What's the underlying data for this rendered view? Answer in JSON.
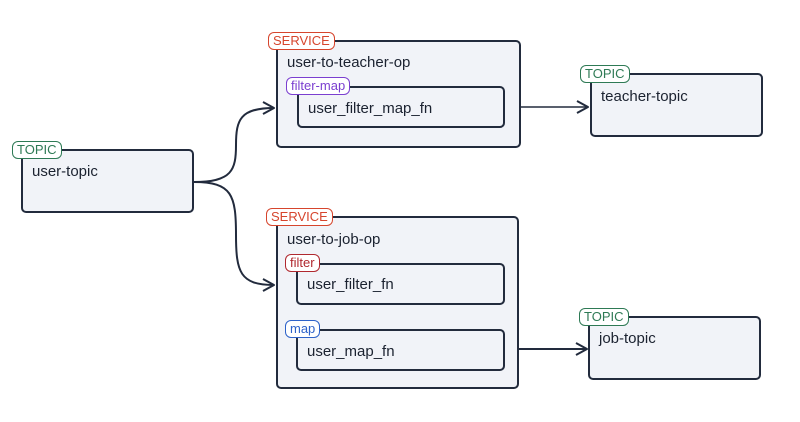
{
  "colors": {
    "topic": "#2e7a55",
    "service": "#d6452d",
    "filter_map": "#7b3fd0",
    "filter": "#b0282f",
    "map": "#2d62c9",
    "border": "#222b3d",
    "fill": "#f1f3f8"
  },
  "nodes": {
    "user_topic": {
      "badge": "TOPIC",
      "title": "user-topic"
    },
    "teacher_topic": {
      "badge": "TOPIC",
      "title": "teacher-topic"
    },
    "job_topic": {
      "badge": "TOPIC",
      "title": "job-topic"
    },
    "user_to_teacher_op": {
      "badge": "SERVICE",
      "title": "user-to-teacher-op",
      "steps": [
        {
          "kind": "filter-map",
          "fn": "user_filter_map_fn"
        }
      ]
    },
    "user_to_job_op": {
      "badge": "SERVICE",
      "title": "user-to-job-op",
      "steps": [
        {
          "kind": "filter",
          "fn": "user_filter_fn"
        },
        {
          "kind": "map",
          "fn": "user_map_fn"
        }
      ]
    }
  },
  "edges": [
    {
      "from": "user-topic",
      "to": "user-to-teacher-op"
    },
    {
      "from": "user-topic",
      "to": "user-to-job-op"
    },
    {
      "from": "user-to-teacher-op",
      "to": "teacher-topic"
    },
    {
      "from": "user-to-job-op",
      "to": "job-topic"
    }
  ]
}
